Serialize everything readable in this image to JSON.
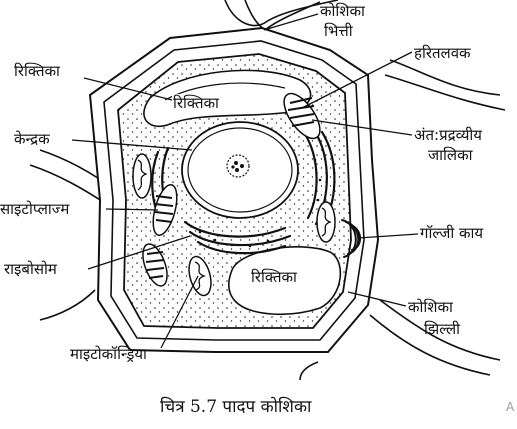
{
  "labels": {
    "cell_wall_1": "कोशिका",
    "cell_wall_2": "भित्ती",
    "vacuole_left": "रिक्तिका",
    "vacuole_top": "रिक्तिका",
    "chloroplast": "हरितलवक",
    "nucleus": "केन्द्रक",
    "er_1": "अंत:प्रद्रव्यीय",
    "er_2": "जालिका",
    "cytoplasm": "साइटोप्लाज्म",
    "golgi": "गॉल्जी काय",
    "ribosome": "राइबोसोम",
    "vacuole_bottom": "रिक्तिका",
    "cell_membrane_1": "कोशिका",
    "cell_membrane_2": "झिल्ली",
    "mitochondria": "माइटोकॉन्ड्रिया"
  },
  "caption": "चित्र 5.7 पादप कोशिका",
  "corner_mark": "A"
}
